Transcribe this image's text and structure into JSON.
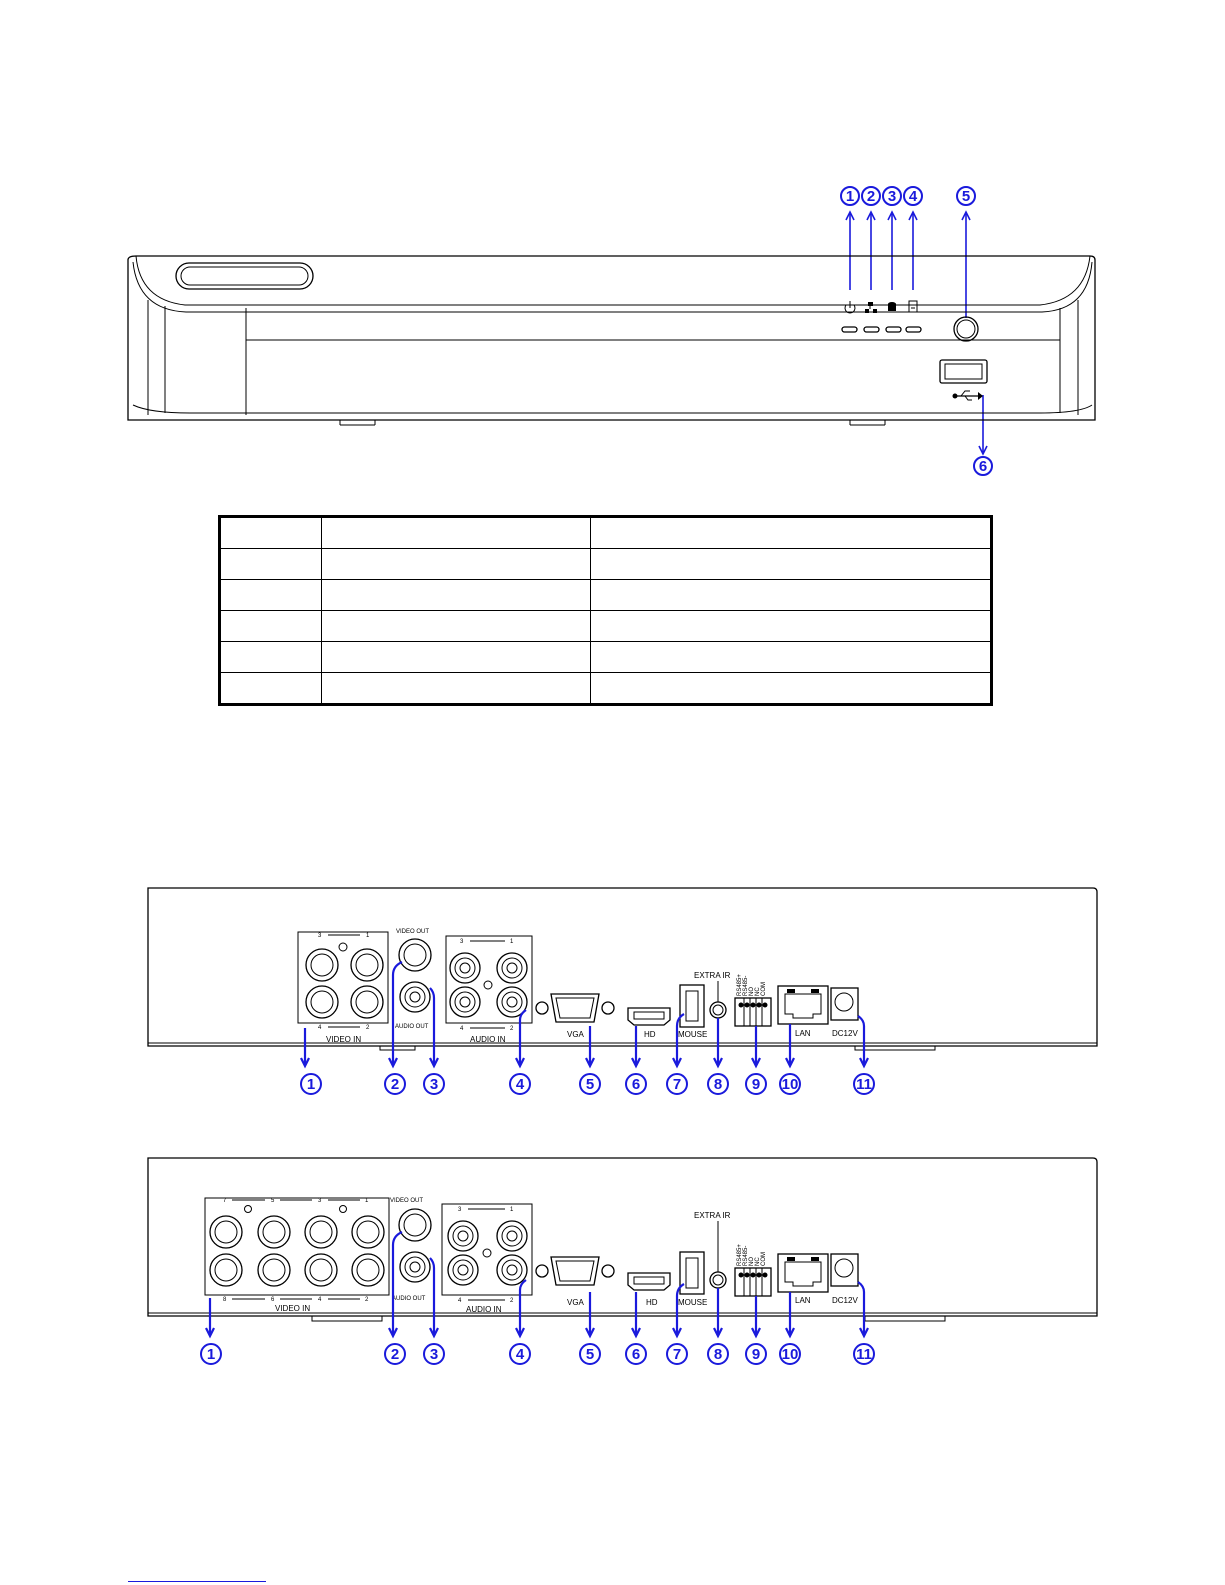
{
  "front_panel": {
    "callouts": [
      "1",
      "2",
      "3",
      "4",
      "5",
      "6"
    ]
  },
  "spec_table": {
    "rows": 6,
    "cols": 3
  },
  "rear_panel_4ch": {
    "labels": {
      "video_in": "VIDEO IN",
      "video_out": "VIDEO OUT",
      "audio_out": "AUDIO OUT",
      "audio_in": "AUDIO IN",
      "vga": "VGA",
      "hd": "HD",
      "mouse": "MOUSE",
      "extra_ir": "EXTRA IR",
      "lan": "LAN",
      "dc12v": "DC12V",
      "rs485p": "RS485+",
      "rs485m": "RS485-",
      "no": "NO",
      "nc": "NC",
      "com": "COM",
      "vin_top": [
        "3",
        "1"
      ],
      "vin_bot": [
        "4",
        "2"
      ],
      "ain_top": [
        "3",
        "1"
      ],
      "ain_bot": [
        "4",
        "2"
      ]
    },
    "callouts": [
      "1",
      "2",
      "3",
      "4",
      "5",
      "6",
      "7",
      "8",
      "9",
      "10",
      "11"
    ]
  },
  "rear_panel_8ch": {
    "labels": {
      "video_in": "VIDEO IN",
      "video_out": "VIDEO OUT",
      "audio_out": "AUDIO OUT",
      "audio_in": "AUDIO IN",
      "vga": "VGA",
      "hd": "HD",
      "mouse": "MOUSE",
      "extra_ir": "EXTRA IR",
      "lan": "LAN",
      "dc12v": "DC12V",
      "rs485p": "RS485+",
      "rs485m": "RS485-",
      "no": "NO",
      "nc": "NC",
      "com": "COM",
      "vin_top": [
        "7",
        "5",
        "3",
        "1"
      ],
      "vin_bot": [
        "8",
        "6",
        "4",
        "2"
      ],
      "ain_top": [
        "3",
        "1"
      ],
      "ain_bot": [
        "4",
        "2"
      ]
    },
    "callouts": [
      "1",
      "2",
      "3",
      "4",
      "5",
      "6",
      "7",
      "8",
      "9",
      "10",
      "11"
    ]
  }
}
